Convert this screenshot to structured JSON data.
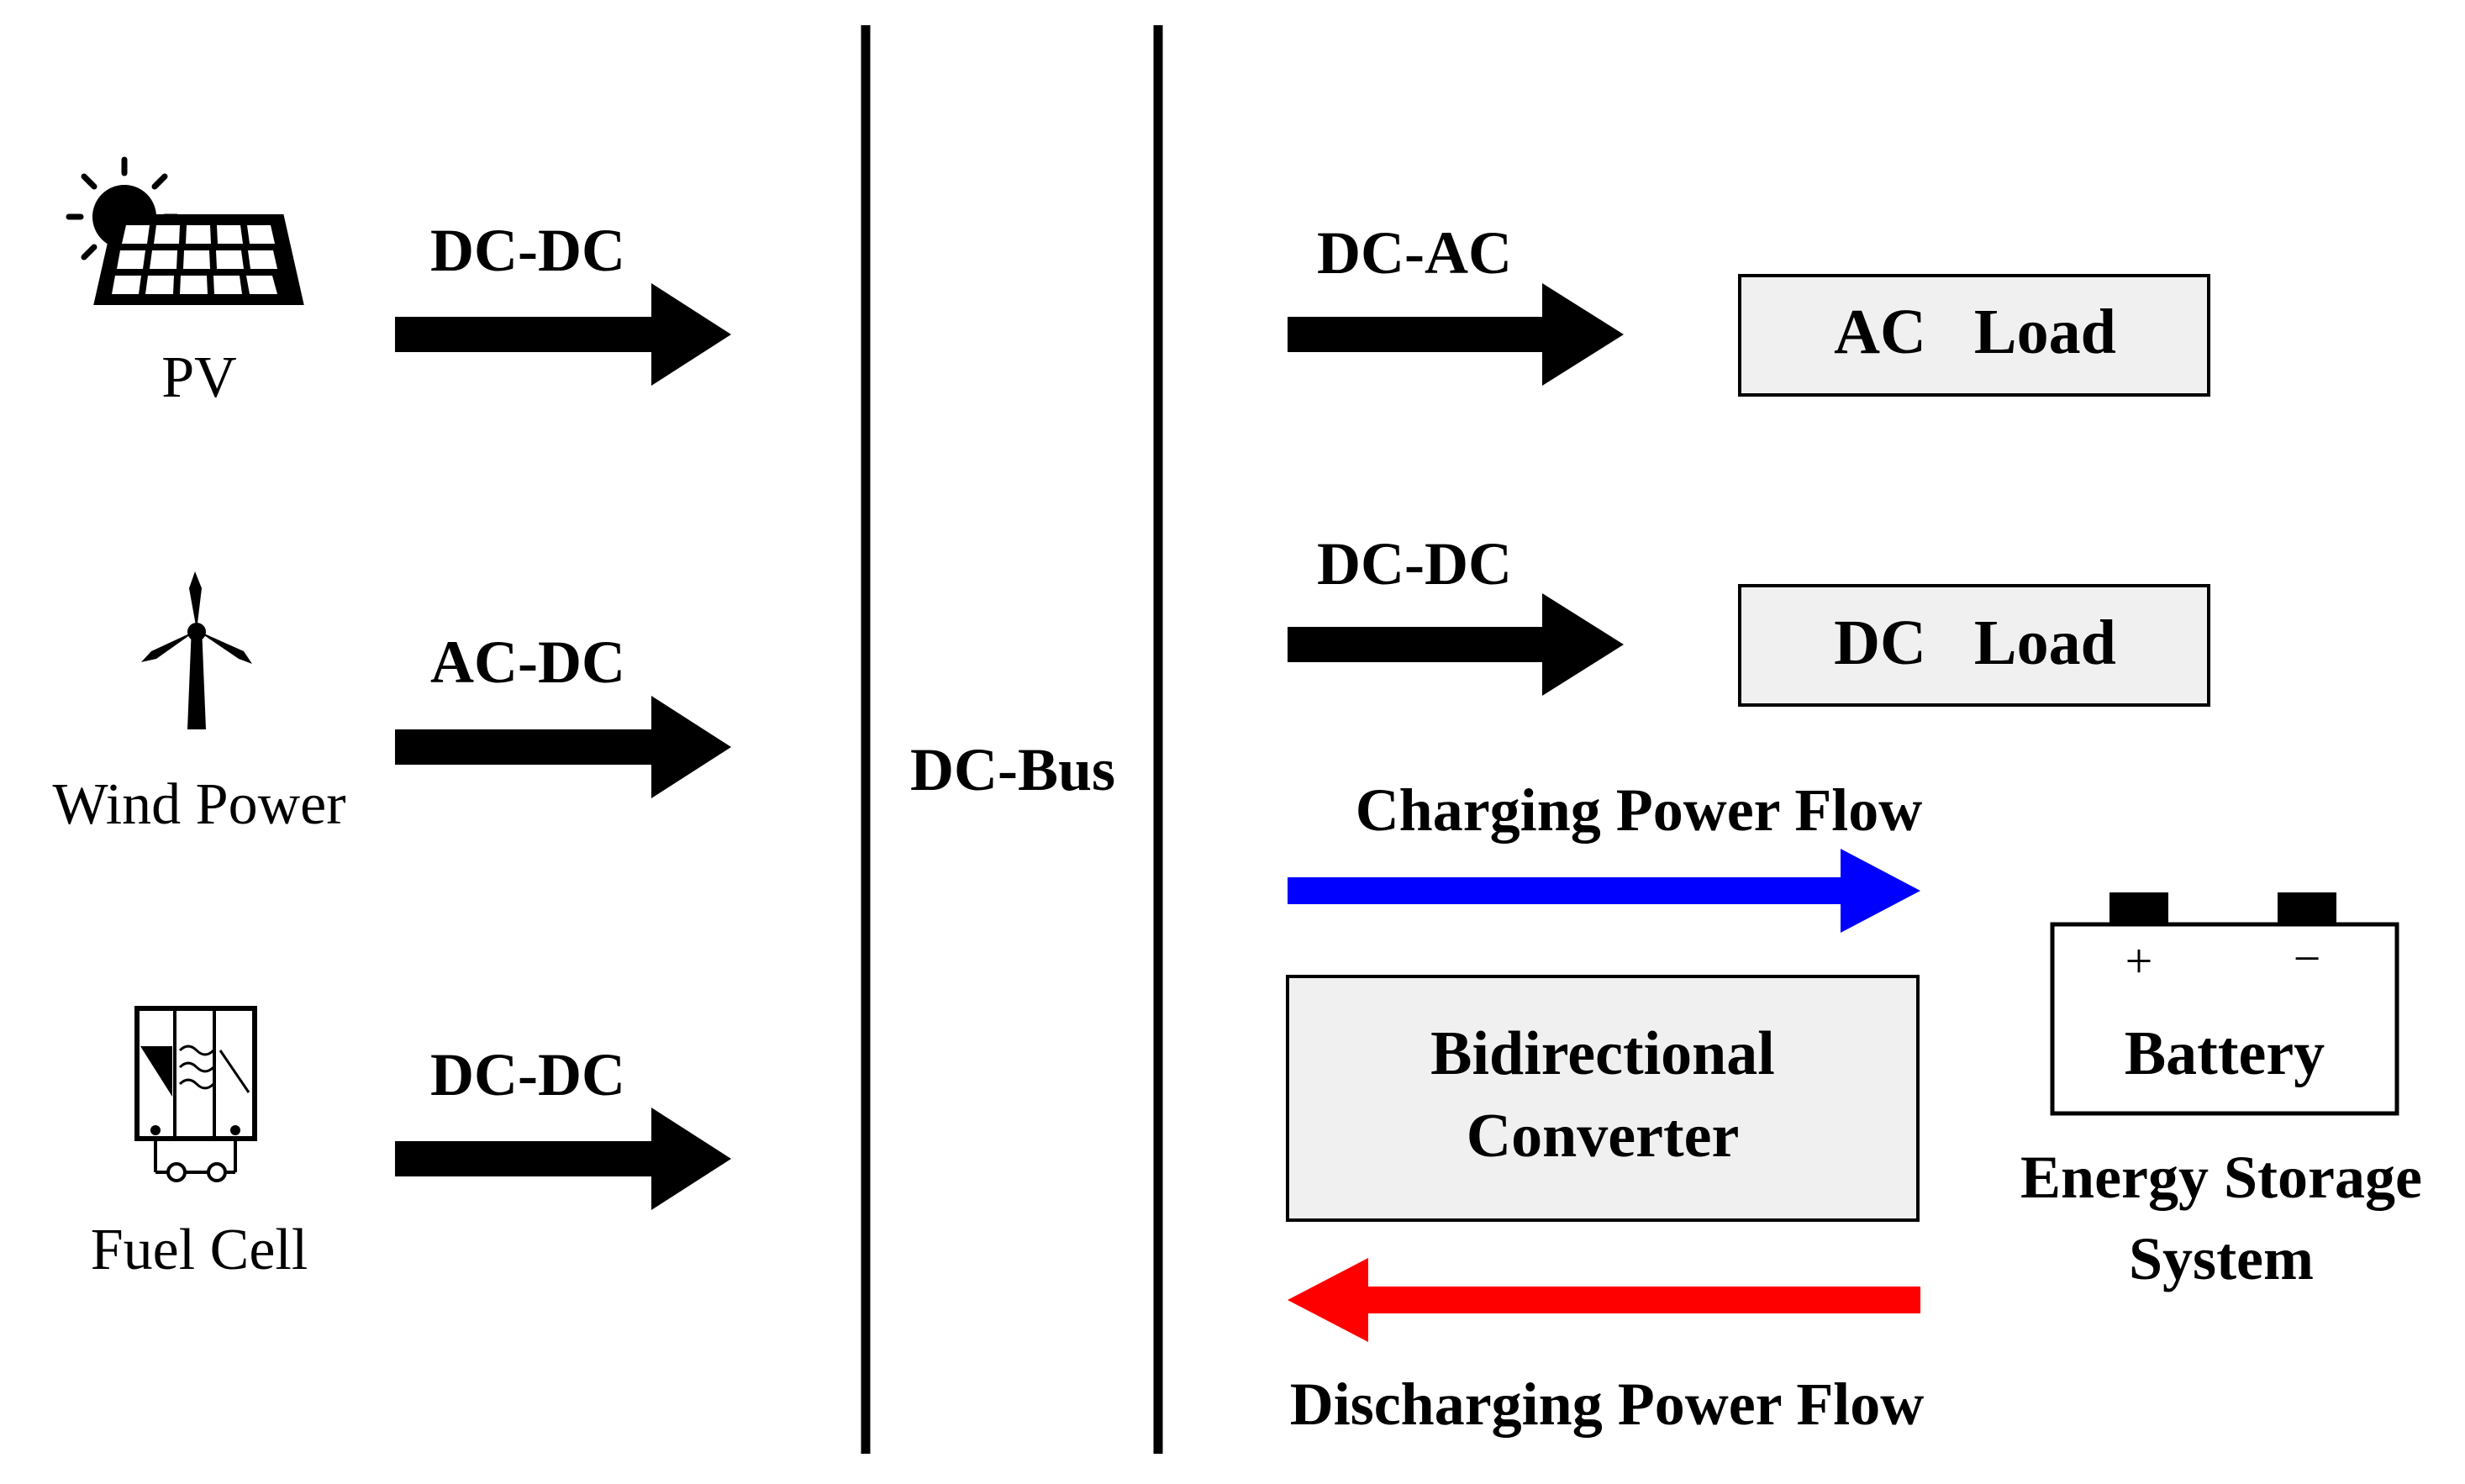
{
  "sources": {
    "pv": {
      "label": "PV",
      "converter": "DC-DC"
    },
    "wind": {
      "label": "Wind Power",
      "converter": "AC-DC"
    },
    "fuel_cell": {
      "label": "Fuel Cell",
      "converter": "DC-DC"
    }
  },
  "bus": {
    "label": "DC-Bus"
  },
  "loads": {
    "ac": {
      "converter": "DC-AC",
      "label": "AC   Load"
    },
    "dc": {
      "converter": "DC-DC",
      "label": "DC   Load"
    }
  },
  "storage": {
    "charging_label": "Charging Power Flow",
    "discharging_label": "Discharging Power Flow",
    "converter_line1": "Bidirectional",
    "converter_line2": "Converter",
    "battery_label": "Battery",
    "battery_plus": "+",
    "battery_minus": "−",
    "system_line1": "Energy Storage",
    "system_line2": "System"
  },
  "colors": {
    "charging": "#0000ff",
    "discharging": "#ff0000",
    "box_fill": "#f0f0f0",
    "line": "#000000"
  },
  "icons": {
    "pv": "solar-panel-icon",
    "wind": "wind-turbine-icon",
    "fuel_cell": "fuel-cell-icon"
  }
}
